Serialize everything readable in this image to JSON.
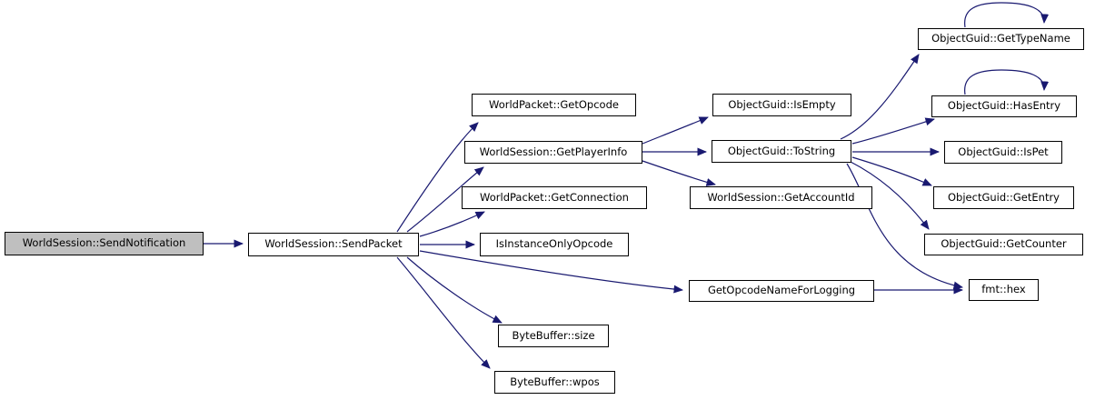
{
  "diagram": {
    "kind": "doxygen-call-graph",
    "root_function": "WorldSession::SendNotification",
    "colors": {
      "background": "#ffffff",
      "edge": "#191970",
      "node_background": "#ffffff",
      "node_border": "#000000",
      "root_node_background": "#bfbfbf",
      "text": "#000000"
    },
    "nodes": [
      {
        "id": "send-notification",
        "label": "WorldSession::SendNotification",
        "root": true
      },
      {
        "id": "send-packet",
        "label": "WorldSession::SendPacket"
      },
      {
        "id": "get-opcode",
        "label": "WorldPacket::GetOpcode"
      },
      {
        "id": "get-player-info",
        "label": "WorldSession::GetPlayerInfo"
      },
      {
        "id": "get-connection",
        "label": "WorldPacket::GetConnection"
      },
      {
        "id": "is-instance-only-opcode",
        "label": "IsInstanceOnlyOpcode"
      },
      {
        "id": "byte-buffer-size",
        "label": "ByteBuffer::size"
      },
      {
        "id": "byte-buffer-wpos",
        "label": "ByteBuffer::wpos"
      },
      {
        "id": "get-opcode-name-for-logging",
        "label": "GetOpcodeNameForLogging"
      },
      {
        "id": "is-empty",
        "label": "ObjectGuid::IsEmpty"
      },
      {
        "id": "to-string",
        "label": "ObjectGuid::ToString"
      },
      {
        "id": "get-account-id",
        "label": "WorldSession::GetAccountId"
      },
      {
        "id": "get-type-name",
        "label": "ObjectGuid::GetTypeName"
      },
      {
        "id": "has-entry",
        "label": "ObjectGuid::HasEntry"
      },
      {
        "id": "is-pet",
        "label": "ObjectGuid::IsPet"
      },
      {
        "id": "get-entry",
        "label": "ObjectGuid::GetEntry"
      },
      {
        "id": "get-counter",
        "label": "ObjectGuid::GetCounter"
      },
      {
        "id": "fmt-hex",
        "label": "fmt::hex"
      }
    ],
    "edges": [
      {
        "from": "send-notification",
        "to": "send-packet"
      },
      {
        "from": "send-packet",
        "to": "get-opcode"
      },
      {
        "from": "send-packet",
        "to": "get-player-info"
      },
      {
        "from": "send-packet",
        "to": "get-connection"
      },
      {
        "from": "send-packet",
        "to": "is-instance-only-opcode"
      },
      {
        "from": "send-packet",
        "to": "get-opcode-name-for-logging"
      },
      {
        "from": "send-packet",
        "to": "byte-buffer-size"
      },
      {
        "from": "send-packet",
        "to": "byte-buffer-wpos"
      },
      {
        "from": "get-player-info",
        "to": "is-empty"
      },
      {
        "from": "get-player-info",
        "to": "to-string"
      },
      {
        "from": "get-player-info",
        "to": "get-account-id"
      },
      {
        "from": "to-string",
        "to": "get-type-name"
      },
      {
        "from": "to-string",
        "to": "has-entry"
      },
      {
        "from": "to-string",
        "to": "is-pet"
      },
      {
        "from": "to-string",
        "to": "get-entry"
      },
      {
        "from": "to-string",
        "to": "get-counter"
      },
      {
        "from": "to-string",
        "to": "fmt-hex"
      },
      {
        "from": "get-opcode-name-for-logging",
        "to": "fmt-hex"
      },
      {
        "from": "get-type-name",
        "to": "get-type-name",
        "self_loop": true
      },
      {
        "from": "has-entry",
        "to": "has-entry",
        "self_loop": true
      }
    ]
  }
}
